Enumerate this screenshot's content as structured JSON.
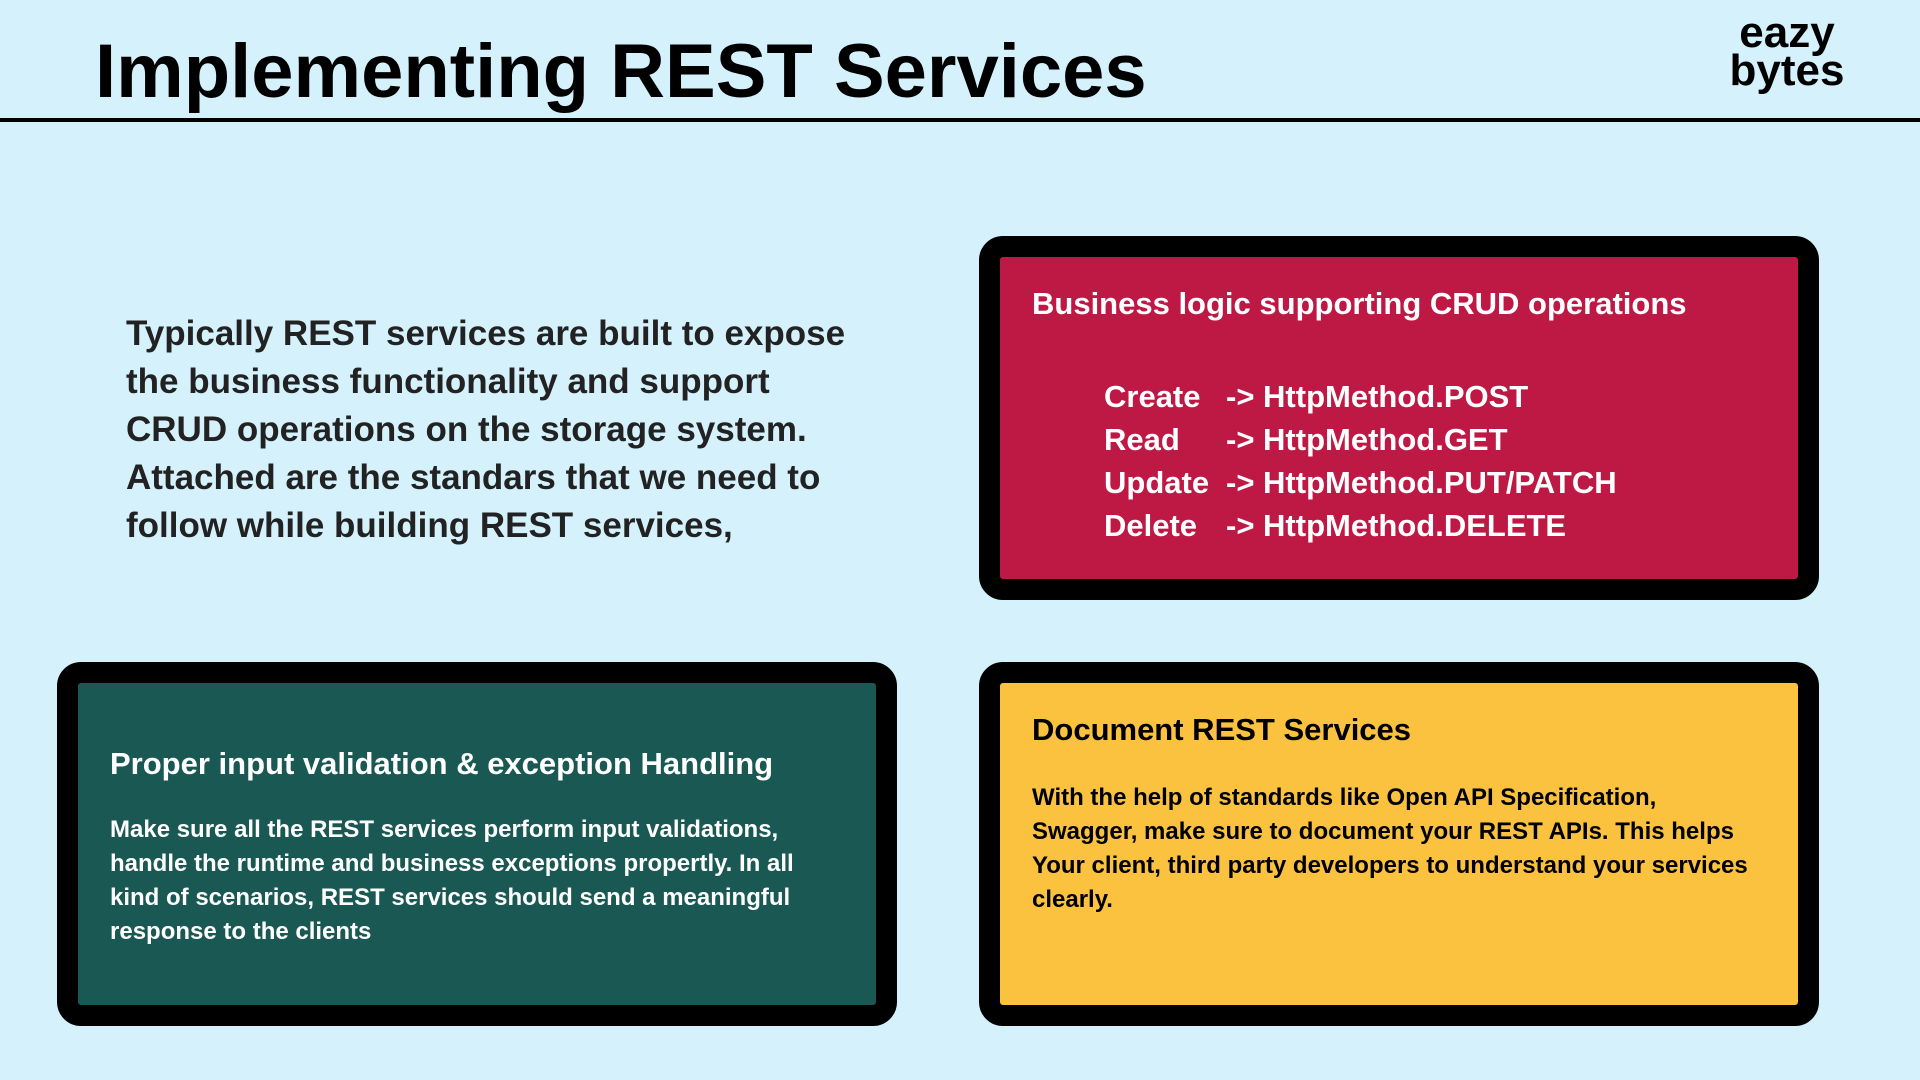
{
  "title": "Implementing REST Services",
  "logo": {
    "line1": "eazy",
    "line2": "bytes"
  },
  "intro": "Typically REST services are built to expose the business functionality and support CRUD operations on the storage system. Attached are the standars that we need to follow while building REST services,",
  "cards": {
    "crud": {
      "heading": "Business logic supporting CRUD operations",
      "rows": [
        {
          "op": "Create",
          "method": "-> HttpMethod.POST"
        },
        {
          "op": "Read",
          "method": "-> HttpMethod.GET"
        },
        {
          "op": "Update",
          "method": "-> HttpMethod.PUT/PATCH"
        },
        {
          "op": "Delete",
          "method": "-> HttpMethod.DELETE"
        }
      ],
      "color": "#be1844"
    },
    "validation": {
      "heading": "Proper input validation & exception Handling",
      "body": "Make sure all the REST services perform input validations, handle the runtime and business exceptions propertly. In all kind of scenarios, REST services should send a meaningful response to the clients",
      "color": "#1a5853"
    },
    "docs": {
      "heading": "Document REST Services",
      "body": "With the help of standards like Open API Specification, Swagger, make sure to document your REST APIs. This helps Your client, third party developers to understand your services clearly.",
      "color": "#fac23f"
    }
  },
  "background_color": "#d4f1fc"
}
